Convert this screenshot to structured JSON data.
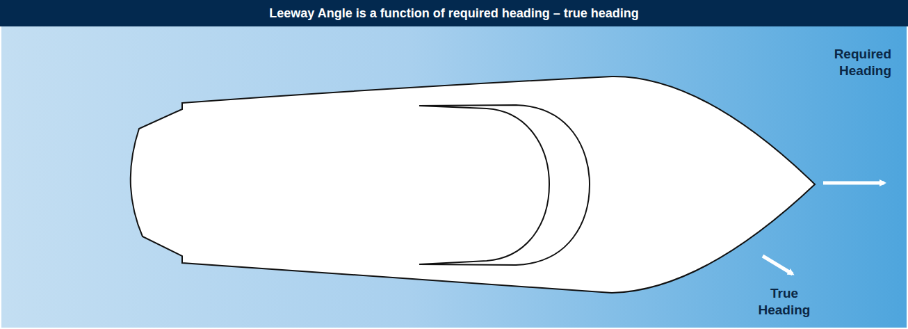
{
  "diagram": {
    "title": "Leeway Angle is a function of required heading – true heading",
    "labels": [
      "Required Heading",
      "True Heading"
    ]
  }
}
